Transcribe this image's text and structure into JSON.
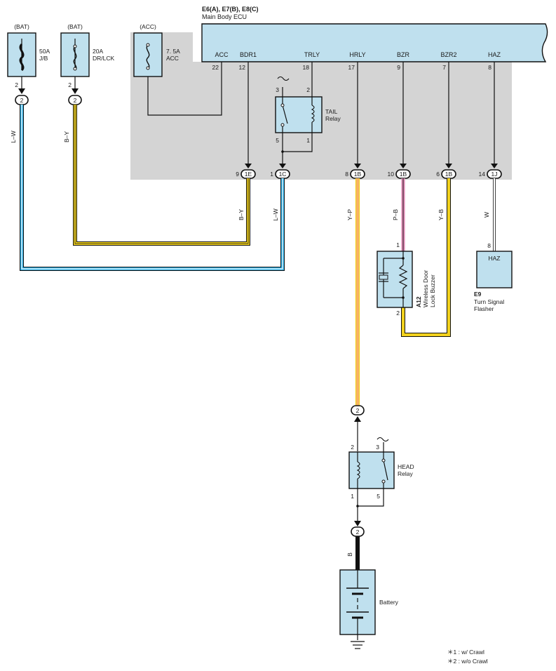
{
  "ecu": {
    "code": "E6(A), E7(B), E8(C)",
    "name": "Main Body ECU",
    "terminals": [
      {
        "label": "ACC",
        "pin": "22"
      },
      {
        "label": "BDR1",
        "pin": "12"
      },
      {
        "label": "TRLY",
        "pin": "18"
      },
      {
        "label": "HRLY",
        "pin": "17"
      },
      {
        "label": "BZR",
        "pin": "9"
      },
      {
        "label": "BZR2",
        "pin": "7"
      },
      {
        "label": "HAZ",
        "pin": "8"
      }
    ]
  },
  "fuses": [
    {
      "source": "(BAT)",
      "rating": "50A",
      "name": "J/B",
      "pin": "2",
      "connector": "2",
      "wire": "L–W"
    },
    {
      "source": "(BAT)",
      "rating": "20A",
      "name": "DR/LCK",
      "pin": "2",
      "connector": "2",
      "wire": "B–Y"
    },
    {
      "source": "(ACC)",
      "rating": "7. 5A",
      "name": "ACC"
    }
  ],
  "tail_relay": {
    "name": "TAIL",
    "sub": "Relay",
    "pins": [
      "3",
      "2",
      "5",
      "1"
    ]
  },
  "bottom_connectors": [
    {
      "pin": "9",
      "code": "1E",
      "wire": "B–Y"
    },
    {
      "pin": "1",
      "code": "1C",
      "wire": "L–W"
    },
    {
      "pin": "8",
      "code": "1B",
      "wire": "Y–P"
    },
    {
      "pin": "10",
      "code": "1B",
      "wire": "P–B"
    },
    {
      "pin": "6",
      "code": "1B",
      "wire": "Y–B"
    },
    {
      "pin": "14",
      "code": "1J",
      "wire": "W"
    }
  ],
  "buzzer": {
    "code": "A12",
    "line1": "Wireless Door",
    "line2": "Lock Buzzer",
    "pin_top": "1",
    "pin_bottom": "2"
  },
  "flasher": {
    "terminal": "HAZ",
    "pin": "8",
    "code": "E9",
    "line1": "Turn Signal",
    "line2": "Flasher"
  },
  "head_relay": {
    "name": "HEAD",
    "sub": "Relay",
    "pins": [
      "2",
      "3",
      "1",
      "5"
    ],
    "connector": "2"
  },
  "battery": {
    "label": "Battery",
    "connector": "2",
    "wire": "B"
  },
  "notes": [
    "＊1 : w/ Crawl",
    "＊2 : w/o Crawl"
  ],
  "colors": {
    "panel": "#bfe0ee",
    "shade": "#d4d4d4",
    "lw": "#29abe2",
    "by": "#f2d21e",
    "yp": "#f7b267",
    "pb": "#e08ab5",
    "yb": "#f2d21e"
  }
}
